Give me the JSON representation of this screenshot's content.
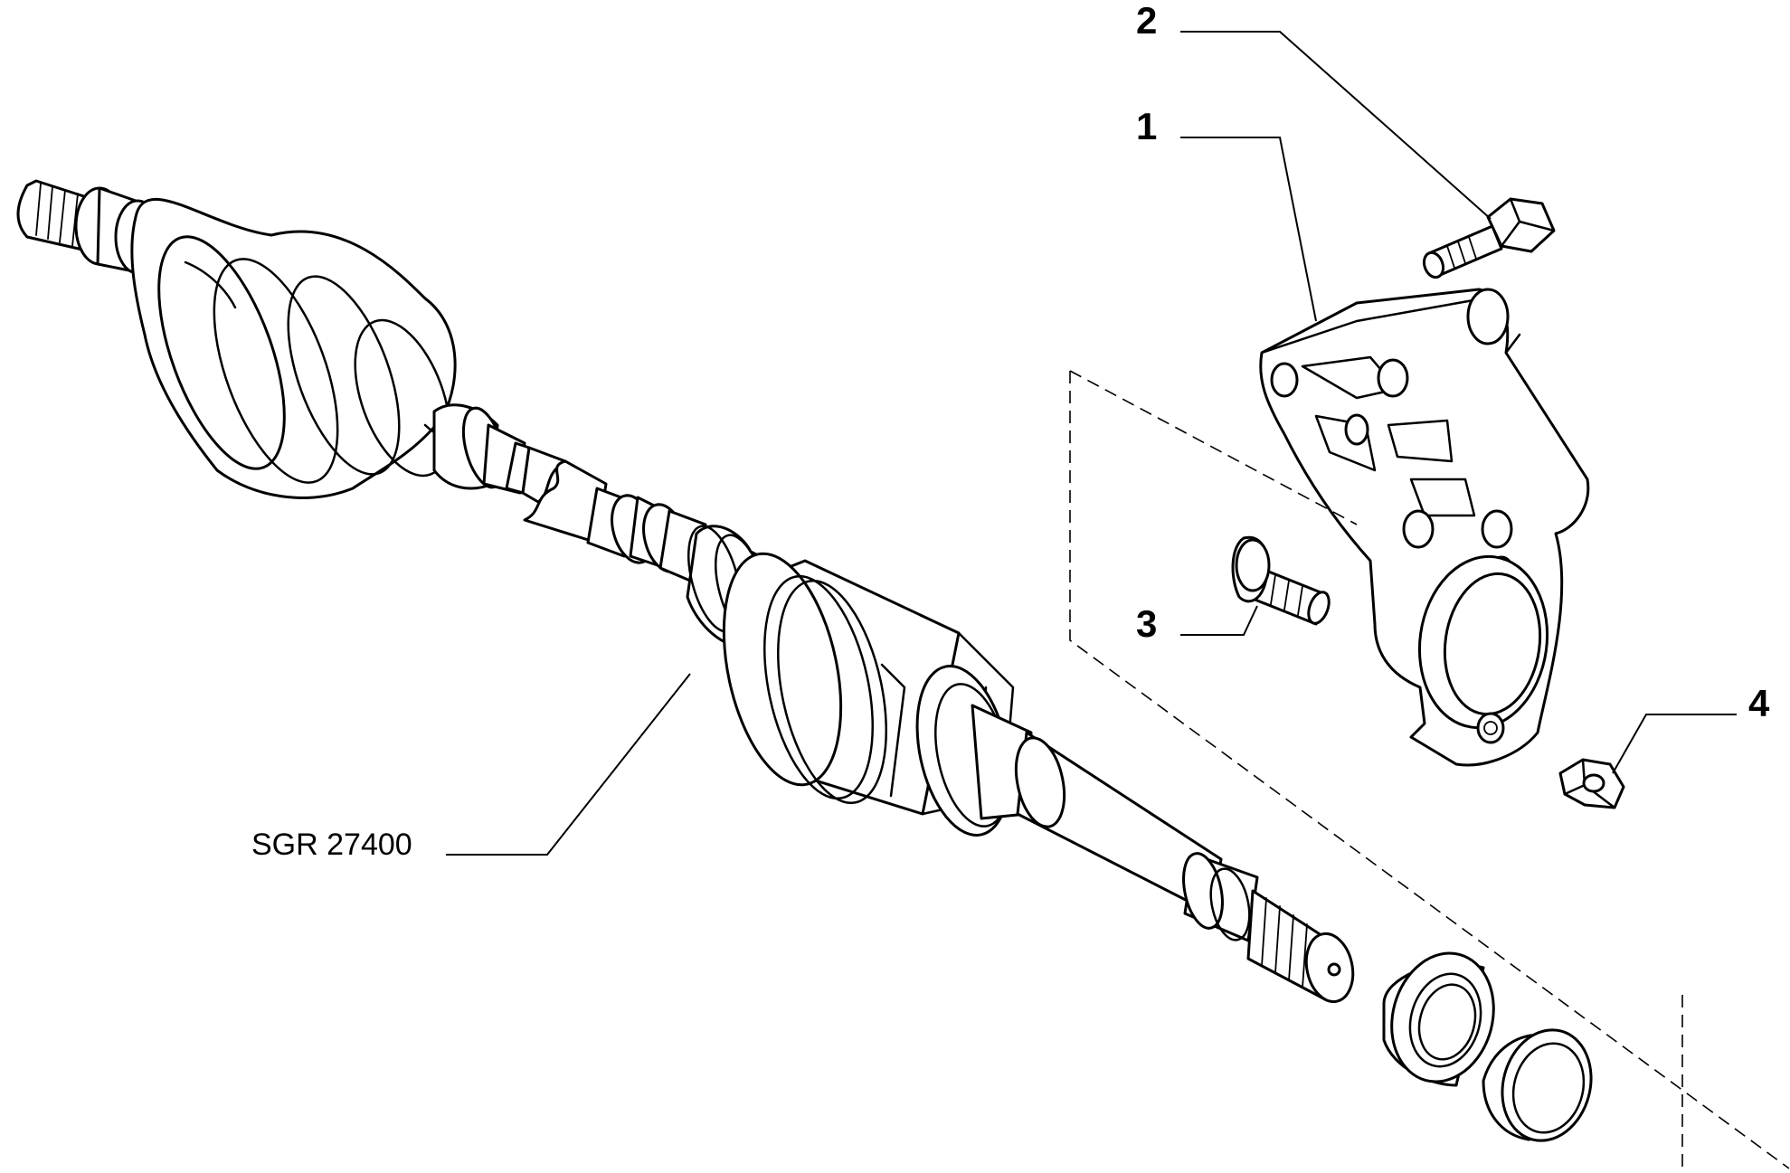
{
  "callouts": {
    "item_1": "1",
    "item_2": "2",
    "item_3": "3",
    "item_4": "4",
    "reference_code": "SGR 27400"
  },
  "colors": {
    "ink": "#000000",
    "paper": "#ffffff"
  }
}
